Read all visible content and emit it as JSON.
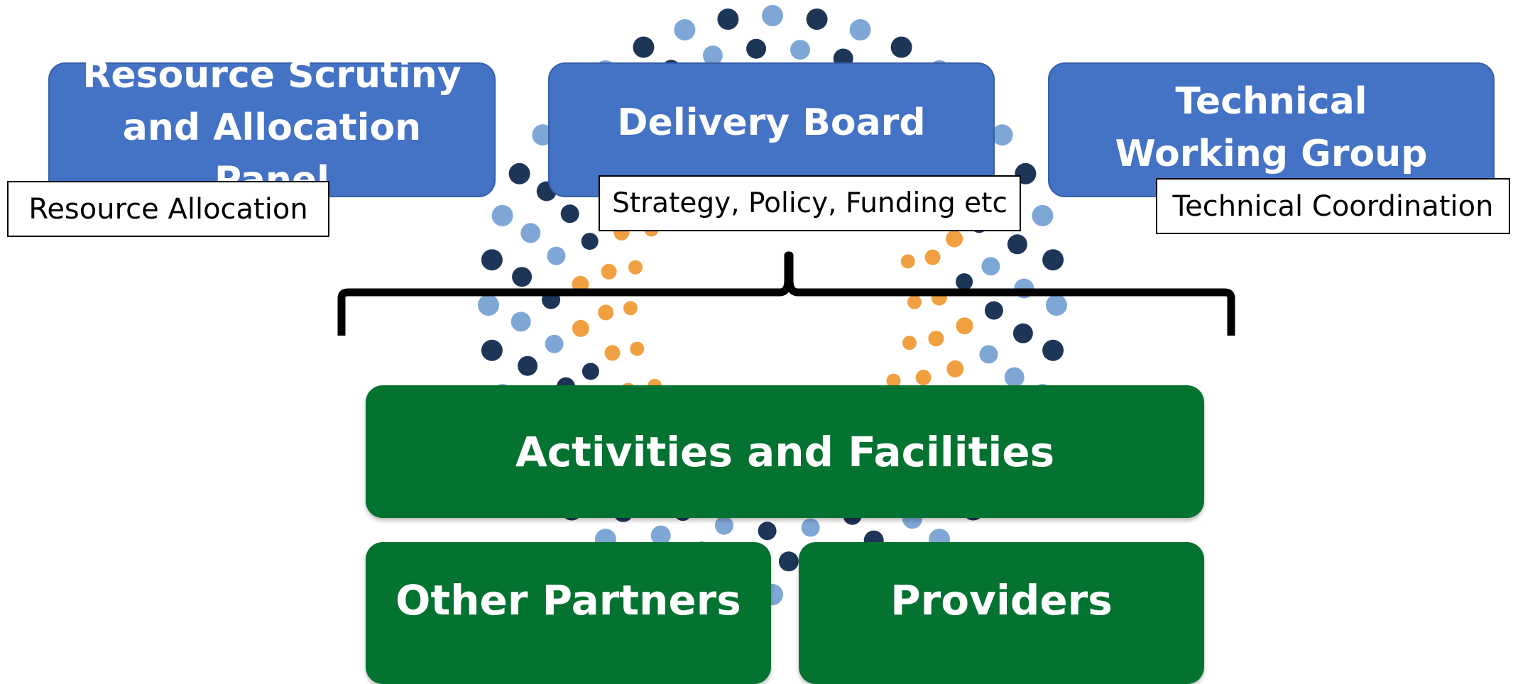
{
  "boxes": {
    "resource_panel": {
      "title": "Resource Scrutiny and Allocation Panel",
      "label": "Resource Allocation"
    },
    "delivery_board": {
      "title": "Delivery Board",
      "label": "Strategy, Policy, Funding etc"
    },
    "technical_group": {
      "title": "Technical Working Group",
      "label": "Technical Coordination"
    }
  },
  "lower": {
    "activities": "Activities and Facilities",
    "other_partners": "Other Partners",
    "providers": "Providers"
  },
  "colors": {
    "governance_blue": "#4472c4",
    "delivery_green": "#047230",
    "dot_dark_navy": "#1d3557",
    "dot_light_blue": "#7fa7d6",
    "dot_orange": "#f0a040"
  }
}
